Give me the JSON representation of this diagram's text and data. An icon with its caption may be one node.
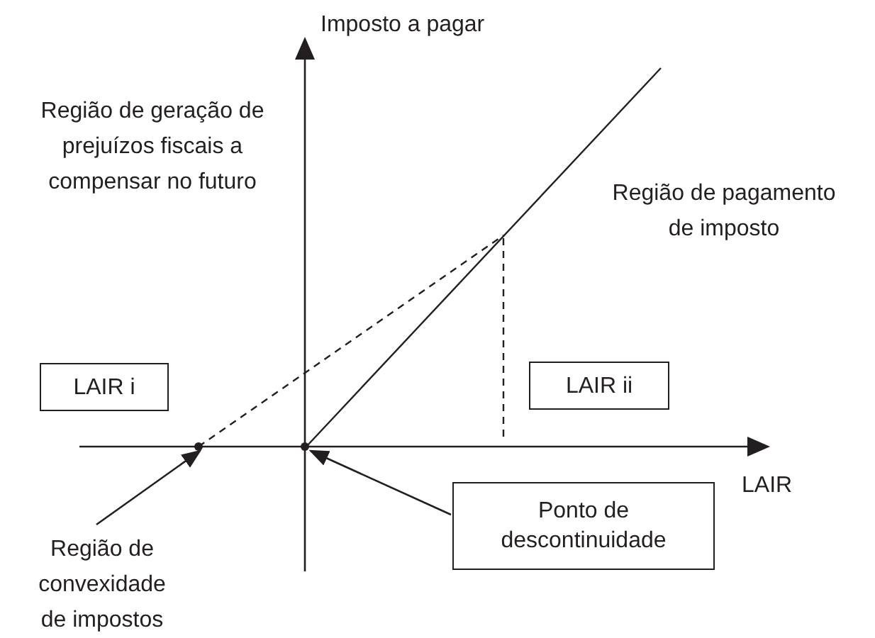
{
  "diagram": {
    "nodes": [
      {
        "text": [
          "LAIR i"
        ]
      },
      {
        "text": [
          "LAIR ii"
        ]
      },
      {
        "text": [
          "Ponto de descontinuidade"
        ]
      },
      {
        "text": [
          "Região de convexidade de impostos"
        ]
      },
      {
        "text": [],
        "shape": "point"
      },
      {
        "text": [],
        "shape": "point"
      }
    ],
    "edges": [
      {
        "from": 2,
        "to": 5,
        "arrow": "to"
      },
      {
        "from": 3,
        "to": 4,
        "arrow": "to"
      }
    ],
    "labels": [
      "Imposto a pagar",
      "Região de geração de prejuízos fiscais a compensar no futuro",
      "Região de pagamento de imposto",
      "LAIR"
    ]
  }
}
